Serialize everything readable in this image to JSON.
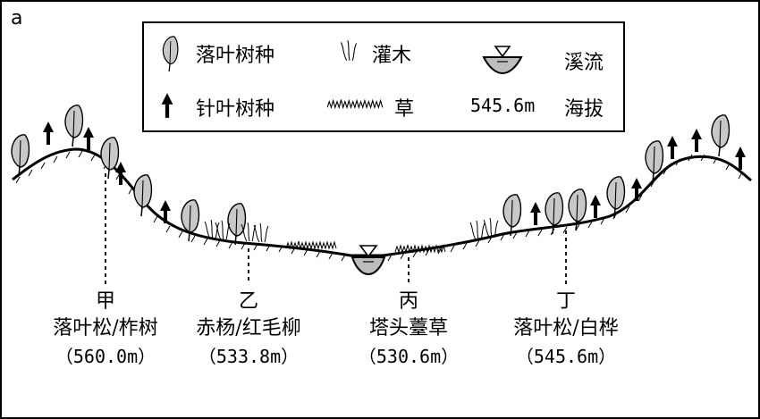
{
  "panel_letter": "a",
  "legend": {
    "deciduous": "落叶树种",
    "shrub": "灌木",
    "stream": "溪流",
    "conifer": "针叶树种",
    "grass": "草",
    "elevation_sample": "545.6m",
    "elevation": "海拔"
  },
  "sites": [
    {
      "id": "甲",
      "species": "落叶松/柞树",
      "elevation": "（560.0m）"
    },
    {
      "id": "乙",
      "species": "赤杨/红毛柳",
      "elevation": "（533.8m）"
    },
    {
      "id": "丙",
      "species": "塔头薹草",
      "elevation": "（530.6m）"
    },
    {
      "id": "丁",
      "species": "落叶松/白桦",
      "elevation": "（545.6m）"
    }
  ],
  "icons": {
    "deciduous": "deciduous-tree-icon",
    "conifer": "conifer-tree-icon",
    "shrub": "shrub-icon",
    "grass": "grass-icon",
    "stream": "stream-icon"
  }
}
